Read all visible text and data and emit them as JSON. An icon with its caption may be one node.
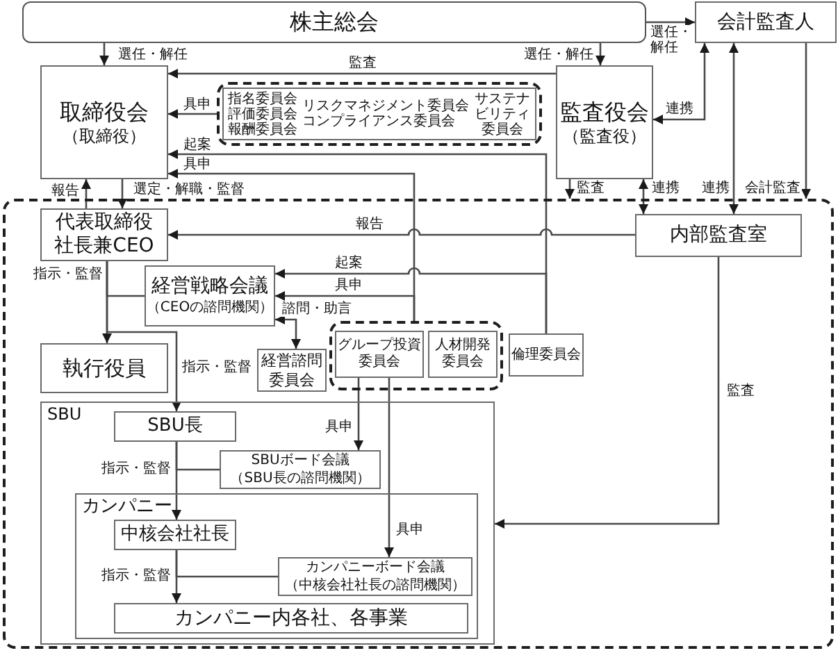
{
  "diagram": {
    "nodes": [
      {
        "text": [
          "株主総会"
        ]
      },
      {
        "text": [
          "会計監査人"
        ]
      },
      {
        "text": [
          "取締役会",
          "（取締役）"
        ]
      },
      {
        "text": [],
        "shape": "box"
      },
      {
        "text": [
          "指名委員会",
          "評価委員会",
          "報酬委員会",
          "リスクマネジメント委員会",
          "コンプライアンス委員会",
          "サステナビリティ委員会"
        ],
        "in": 3
      },
      {
        "text": [
          "監査役会",
          "（監査役）"
        ]
      },
      {
        "text": [],
        "shape": "box"
      },
      {
        "text": [
          "代表取締役社長兼CEO"
        ],
        "in": 6
      },
      {
        "text": [
          "内部監査室"
        ],
        "in": 6
      },
      {
        "text": [
          "経営戦略会議",
          "（CEOの諮問機関）"
        ],
        "in": 6
      },
      {
        "text": [
          "執行役員"
        ],
        "in": 6
      },
      {
        "text": [
          "経営諮問委員会"
        ],
        "in": 6
      },
      {
        "text": [],
        "shape": "box",
        "in": 6
      },
      {
        "text": [
          "グループ投資委員会"
        ],
        "in": 12
      },
      {
        "text": [
          "人材開発委員会"
        ],
        "in": 12
      },
      {
        "text": [
          "倫理委員会"
        ],
        "in": 6
      },
      {
        "text": [
          "SBU"
        ],
        "in": 6
      },
      {
        "text": [
          "SBU長"
        ],
        "in": 16
      },
      {
        "text": [
          "SBUボード会議",
          "（SBU長の諮問機関）"
        ],
        "in": 16
      },
      {
        "text": [
          "カンパニー"
        ],
        "in": 16
      },
      {
        "text": [
          "中核会社社長"
        ],
        "in": 19
      },
      {
        "text": [
          "カンパニーボード会議",
          "（中核会社社長の諮問機関）"
        ],
        "in": 19
      },
      {
        "text": [
          "カンパニー内各社、各事業"
        ],
        "in": 19
      }
    ],
    "edges": [
      {
        "from": 0,
        "to": 2,
        "arrow": "to",
        "label": "選任・解任"
      },
      {
        "from": 0,
        "to": 1,
        "arrow": "to",
        "label": "選任・解任"
      },
      {
        "from": 0,
        "to": 5,
        "arrow": "to",
        "label": "選任・解任"
      },
      {
        "from": 5,
        "to": 2,
        "arrow": "to",
        "label": "監査"
      },
      {
        "from": 3,
        "to": 2,
        "arrow": "to",
        "label": "具申"
      },
      {
        "from": 15,
        "to": 2,
        "arrow": "to",
        "label": "起案"
      },
      {
        "from": 12,
        "to": 2,
        "arrow": "to",
        "label": "具申"
      },
      {
        "from": 1,
        "to": 5,
        "arrow": "both",
        "label": "連携"
      },
      {
        "from": 7,
        "to": 2,
        "arrow": "to",
        "label": "報告"
      },
      {
        "from": 2,
        "to": 7,
        "arrow": "to",
        "label": "選定・解職・監督"
      },
      {
        "from": 5,
        "to": 6,
        "arrow": "to",
        "label": "監査"
      },
      {
        "from": 5,
        "to": 8,
        "arrow": "both",
        "label": "連携"
      },
      {
        "from": 1,
        "to": 8,
        "arrow": "both",
        "label": "連携"
      },
      {
        "from": 1,
        "to": 6,
        "arrow": "to",
        "label": "会計監査"
      },
      {
        "from": 8,
        "to": 7,
        "arrow": "to",
        "label": "報告"
      },
      {
        "from": 15,
        "to": 9,
        "arrow": "to",
        "label": "起案"
      },
      {
        "from": 12,
        "to": 9,
        "arrow": "to",
        "label": "具申"
      },
      {
        "from": 7,
        "to": 10,
        "arrow": "to",
        "label": "指示・監督"
      },
      {
        "from": 7,
        "to": 9,
        "arrow": "none"
      },
      {
        "from": 7,
        "to": 17,
        "arrow": "to",
        "label": "指示・監督"
      },
      {
        "from": 9,
        "to": 11,
        "arrow": "both",
        "label": "諮問・助言"
      },
      {
        "from": 13,
        "to": 18,
        "arrow": "to",
        "label": "具申"
      },
      {
        "from": 13,
        "to": 21,
        "arrow": "to",
        "label": "具申"
      },
      {
        "from": 17,
        "to": 20,
        "arrow": "to",
        "label": "指示・監督"
      },
      {
        "from": 17,
        "to": 18,
        "arrow": "none"
      },
      {
        "from": 20,
        "to": 22,
        "arrow": "to",
        "label": "指示・監督"
      },
      {
        "from": 20,
        "to": 21,
        "arrow": "none"
      },
      {
        "from": 8,
        "to": 16,
        "arrow": "to",
        "label": "監査"
      }
    ]
  }
}
